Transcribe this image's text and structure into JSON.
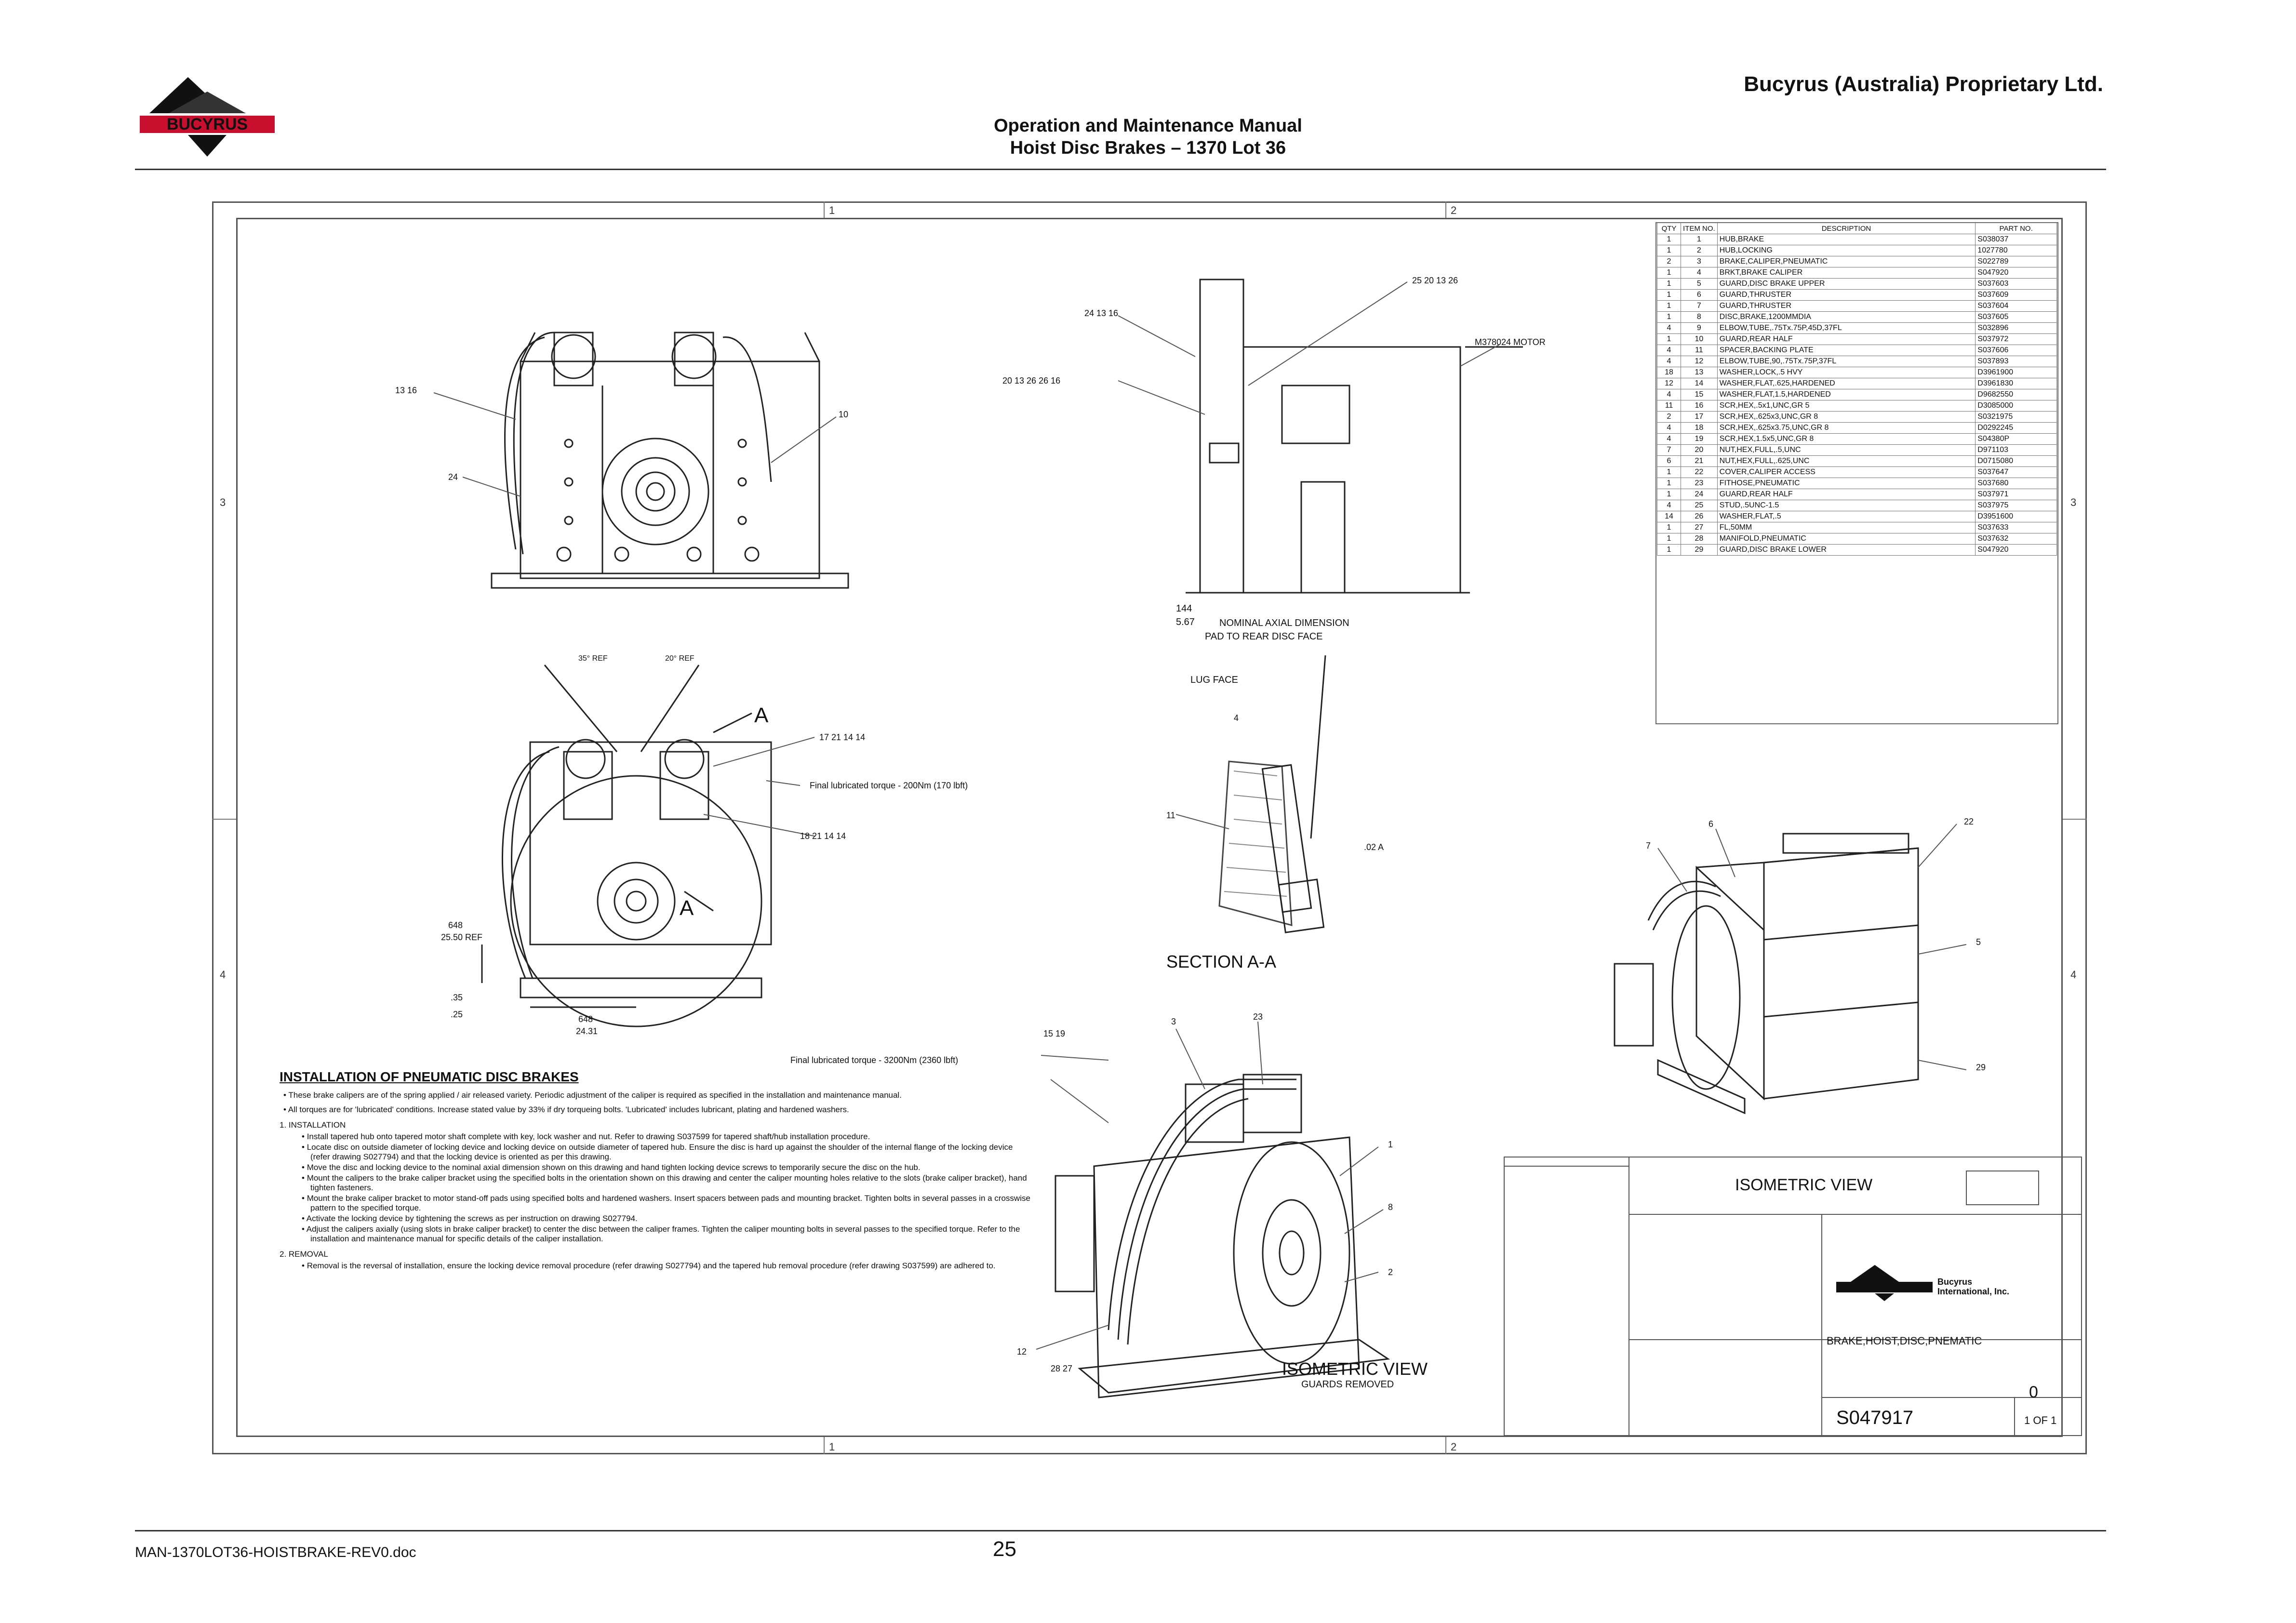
{
  "header": {
    "company": "Bucyrus (Australia) Proprietary Ltd.",
    "title_line1": "Operation and Maintenance Manual",
    "title_line2": "Hoist Disc Brakes – 1370 Lot 36",
    "logo_text": "BUCYRUS"
  },
  "footer": {
    "filename": "MAN-1370LOT36-HOISTBRAKE-REV0.doc",
    "page_number": "25"
  },
  "drawing": {
    "zones": {
      "c1": "1",
      "c2": "2",
      "r3": "3",
      "r4": "4"
    },
    "bom": {
      "headers": [
        "QTY",
        "ITEM NO.",
        "DESCRIPTION",
        "PART NO."
      ],
      "rows": [
        [
          "1",
          "1",
          "HUB,BRAKE",
          "S038037"
        ],
        [
          "1",
          "2",
          "HUB,LOCKING",
          "1027780"
        ],
        [
          "2",
          "3",
          "BRAKE,CALIPER,PNEUMATIC",
          "S022789"
        ],
        [
          "1",
          "4",
          "BRKT,BRAKE CALIPER",
          "S047920"
        ],
        [
          "1",
          "5",
          "GUARD,DISC BRAKE UPPER",
          "S037603"
        ],
        [
          "1",
          "6",
          "GUARD,THRUSTER",
          "S037609"
        ],
        [
          "1",
          "7",
          "GUARD,THRUSTER",
          "S037604"
        ],
        [
          "1",
          "8",
          "DISC,BRAKE,1200MMDIA",
          "S037605"
        ],
        [
          "4",
          "9",
          "ELBOW,TUBE,.75Tx.75P,45D,37FL",
          "S032896"
        ],
        [
          "1",
          "10",
          "GUARD,REAR HALF",
          "S037972"
        ],
        [
          "4",
          "11",
          "SPACER,BACKING PLATE",
          "S037606"
        ],
        [
          "4",
          "12",
          "ELBOW,TUBE,90,.75Tx.75P,37FL",
          "S037893"
        ],
        [
          "18",
          "13",
          "WASHER,LOCK,.5 HVY",
          "D3961900"
        ],
        [
          "12",
          "14",
          "WASHER,FLAT,.625,HARDENED",
          "D3961830"
        ],
        [
          "4",
          "15",
          "WASHER,FLAT,1.5,HARDENED",
          "D9682550"
        ],
        [
          "11",
          "16",
          "SCR,HEX,.5x1,UNC,GR 5",
          "D3085000"
        ],
        [
          "2",
          "17",
          "SCR,HEX,.625x3,UNC,GR 8",
          "S0321975"
        ],
        [
          "4",
          "18",
          "SCR,HEX,.625x3.75,UNC,GR 8",
          "D0292245"
        ],
        [
          "4",
          "19",
          "SCR,HEX,1.5x5,UNC,GR 8",
          "S04380P"
        ],
        [
          "7",
          "20",
          "NUT,HEX,FULL,.5,UNC",
          "D971103"
        ],
        [
          "6",
          "21",
          "NUT,HEX,FULL,.625,UNC",
          "D0715080"
        ],
        [
          "1",
          "22",
          "COVER,CALIPER ACCESS",
          "S037647"
        ],
        [
          "1",
          "23",
          "FITHOSE,PNEUMATIC",
          "S037680"
        ],
        [
          "1",
          "24",
          "GUARD,REAR HALF",
          "S037971"
        ],
        [
          "4",
          "25",
          "STUD,.5UNC-1.5",
          "S037975"
        ],
        [
          "14",
          "26",
          "WASHER,FLAT,.5",
          "D3951600"
        ],
        [
          "1",
          "27",
          "FL,50MM",
          "S037633"
        ],
        [
          "1",
          "28",
          "MANIFOLD,PNEUMATIC",
          "S037632"
        ],
        [
          "1",
          "29",
          "GUARD,DISC BRAKE LOWER",
          "S047920"
        ]
      ]
    },
    "labels": {
      "section_a": "SECTION A-A",
      "iso_view": "ISOMETRIC VIEW",
      "iso_guards": "ISOMETRIC VIEW",
      "guards_removed": "GUARDS REMOVED",
      "motor": "M378024 MOTOR",
      "torque_top": "Final lubricated torque - 200Nm (170 lbft)",
      "torque_bottom": "Final lubricated torque - 3200Nm (2360 lbft)",
      "nominal_dim": "NOMINAL AXIAL DIMENSION",
      "nominal_dim2": "PAD TO REAR DISC FACE",
      "dim_144": "144",
      "dim_567": "5.67",
      "lug_face": "LUG FACE",
      "ref_35": "35° REF",
      "ref_20": "20° REF",
      "dim_648": "648",
      "dim_2550": "25.50 REF",
      "dim_35": ".35",
      "dim_25": ".25",
      "dim_bot_648": "648",
      "dim_bot_2431": "24.31",
      "section_mark": "A",
      "callout_13_16": "13  16",
      "callout_10": "10",
      "callout_24": "24",
      "callout_25_20": "25  20  13  26",
      "callout_24_13": "24  13  16",
      "callout_20_13": "20  13  26  26  16",
      "callout_17": "17  21  14  14",
      "callout_18": "18  21  14  14",
      "callout_11": "11",
      "callout_4": "4",
      "callout_02": ".02  A",
      "callout_15_19": "15  19",
      "callout_3": "3",
      "callout_23": "23",
      "callout_1": "1",
      "callout_8": "8",
      "callout_2": "2",
      "callout_12": "12",
      "callout_28_27": "28  27",
      "callout_6": "6",
      "callout_7": "7",
      "callout_22": "22",
      "callout_5": "5",
      "callout_29": "29"
    },
    "instructions": {
      "title": "INSTALLATION OF PNEUMATIC DISC BRAKES",
      "b1": "These brake calipers are of the spring applied / air released variety. Periodic adjustment of the caliper is required as specified in the installation and maintenance manual.",
      "b2": "All torques are for 'lubricated' conditions. Increase stated value by 33% if dry torqueing bolts. 'Lubricated' includes lubricant, plating and hardened washers.",
      "s1": "1.  INSTALLATION",
      "i1": "Install tapered hub onto tapered motor shaft complete with key, lock washer and nut. Refer to drawing S037599 for tapered shaft/hub installation procedure.",
      "i2": "Locate disc on outside diameter of locking device and locking device on outside diameter of tapered hub. Ensure the disc is hard up against the shoulder of the internal flange of the locking device (refer drawing S027794) and that the locking device is oriented as per this drawing.",
      "i3": "Move the disc and locking device to the nominal axial dimension shown on this drawing and hand tighten locking device screws to temporarily secure the disc on the hub.",
      "i4": "Mount the calipers to the brake caliper bracket using the specified bolts in the orientation shown on this drawing and center the caliper mounting holes relative to the slots (brake caliper bracket), hand tighten fasteners.",
      "i5": "Mount the brake caliper bracket to motor stand-off pads using specified bolts and hardened washers. Insert spacers between pads and mounting bracket. Tighten bolts in several passes in a crosswise pattern to the specified torque.",
      "i6": "Activate the locking device by tightening the screws as per instruction on drawing S027794.",
      "i7": "Adjust the calipers axially (using slots in brake caliper bracket) to center the disc between the caliper frames. Tighten the caliper mounting bolts in several passes to the specified torque. Refer to the installation and maintenance manual for specific details of the caliper installation.",
      "s2": "2.  REMOVAL",
      "r1": "Removal is the reversal of installation, ensure the locking device removal procedure (refer drawing S027794) and the tapered hub removal procedure (refer drawing S037599) are adhered to."
    },
    "titleblock": {
      "title": "ISOMETRIC VIEW",
      "name": "BRAKE,HOIST,DISC,PNEMATIC",
      "company": "Bucyrus",
      "company2": "International, Inc.",
      "dwg_no": "S047917",
      "rev": "0",
      "sheet": "1 OF 1"
    }
  }
}
